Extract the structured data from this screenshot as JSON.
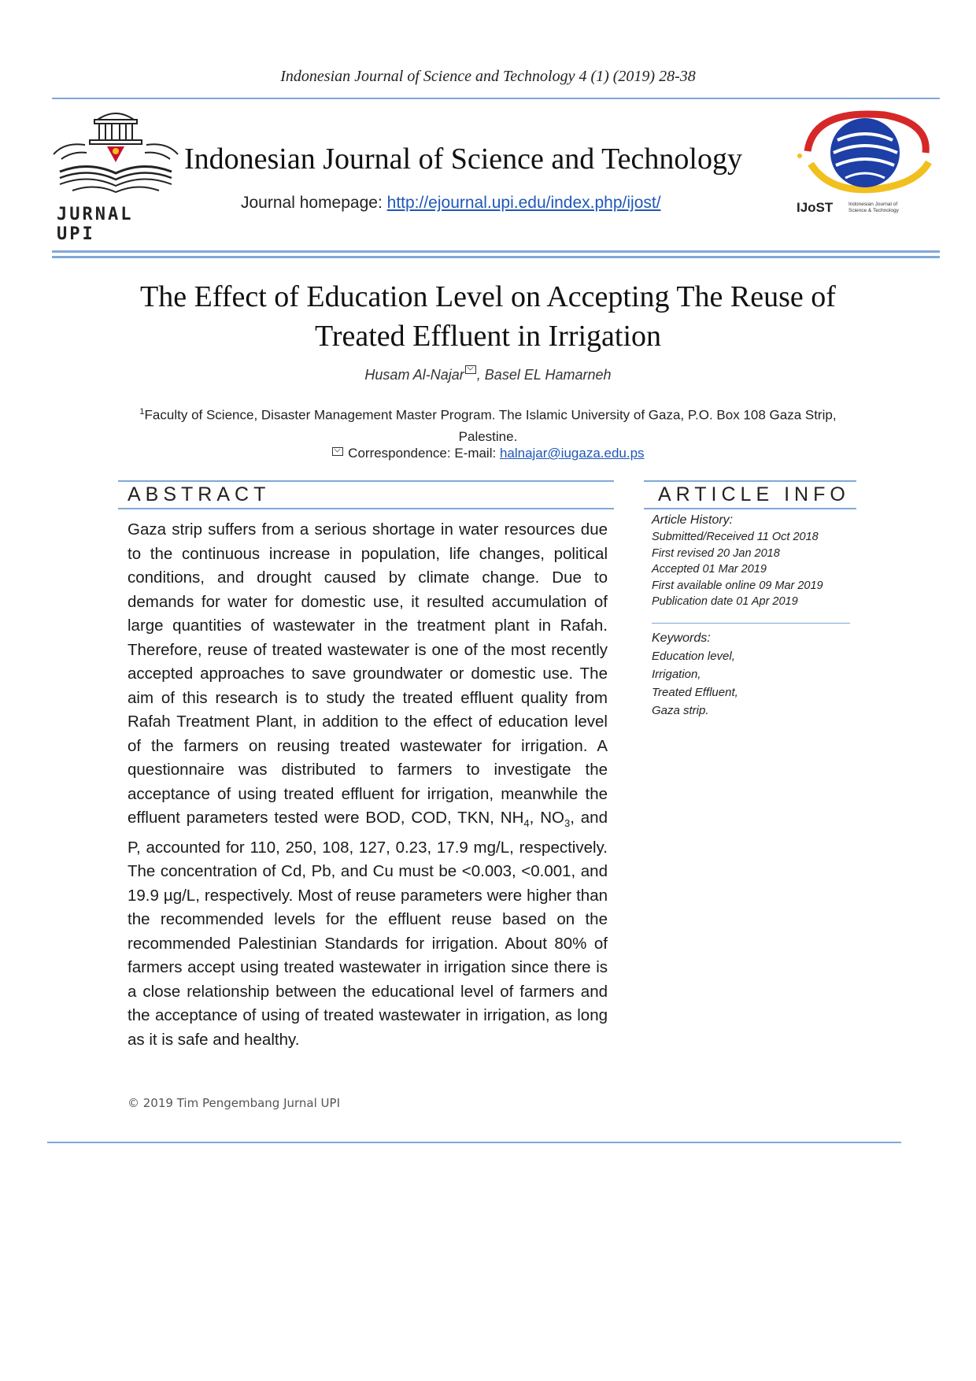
{
  "running_head": "Indonesian Journal of Science and Technology 4 (1) (2019) 28-38",
  "logo_left": {
    "text": "JURNAL UPI"
  },
  "journal": {
    "name": "Indonesian Journal of Science and Technology",
    "homepage_label": "Journal homepage: ",
    "homepage_url": "http://ejournal.upi.edu/index.php/ijost/"
  },
  "logo_right": {
    "brand": "IJoST",
    "subtitle_1": "Indonesian Journal of",
    "subtitle_2": "Science & Technology"
  },
  "article": {
    "title": "The Effect of Education Level on Accepting The Reuse of Treated Effluent in Irrigation",
    "author_1": "Husam Al-Najar",
    "author_2": ", Basel EL Hamarneh",
    "affiliation_sup": "1",
    "affiliation": "Faculty of Science, Disaster Management Master Program. The Islamic University of Gaza, P.O. Box 108 Gaza Strip, Palestine.",
    "correspondence_label": " Correspondence: E-mail: ",
    "correspondence_email": "halnajar@iugaza.edu.ps"
  },
  "abstract": {
    "heading": "ABSTRACT",
    "p1": "Gaza strip suffers from a serious shortage in water resources due to the continuous increase in population, life changes, political conditions, and drought caused by climate change. Due to demands for water for domestic use, it resulted accumulation of large quantities of wastewater in the treatment plant in Rafah. Therefore, reuse of treated wastewater is one of the most recently accepted approaches to save groundwater or domestic use. The aim of this research is to study the treated effluent quality from Rafah Treatment Plant, in addition to the effect of education level of the farmers on reusing treated wastewater for irrigation. A questionnaire was distributed to farmers to investigate the acceptance of using treated effluent for irrigation, meanwhile the effluent parameters tested were BOD, COD, TKN, NH",
    "sub_4": "4",
    "p2": ", NO",
    "sub_3": "3",
    "p3": ", and P, accounted for 110, 250, 108, 127, 0.23, 17.9 mg/L, respectively. The concentration of Cd, Pb, and Cu must be <0.003, <0.001, and 19.9 µg/L, respectively. Most of reuse parameters were higher than the recommended levels for the effluent reuse based on the recommended Palestinian Standards for irrigation. About 80% of farmers accept using treated wastewater in irrigation since there is a close relationship between the educational level of farmers and the acceptance of using of treated wastewater in irrigation, as long as it is safe and healthy.",
    "copyright": "© 2019 Tim Pengembang Jurnal UPI"
  },
  "article_info": {
    "heading": "ARTICLE INFO",
    "history_label": "Article History:",
    "history": [
      "Submitted/Received 11 Oct 2018",
      "First revised 20 Jan 2018",
      "Accepted 01 Mar 2019",
      "First available online 09 Mar 2019",
      "Publication date 01 Apr 2019"
    ],
    "keywords_label": "Keywords:",
    "keywords": [
      "Education level,",
      "Irrigation,",
      "Treated Effluent,",
      "Gaza strip."
    ]
  },
  "colors": {
    "rule": "#7fa8d8",
    "link": "#1f57b8",
    "ijost_red": "#d62828",
    "ijost_yellow": "#f2c01e",
    "ijost_blue": "#1d3fa6"
  }
}
